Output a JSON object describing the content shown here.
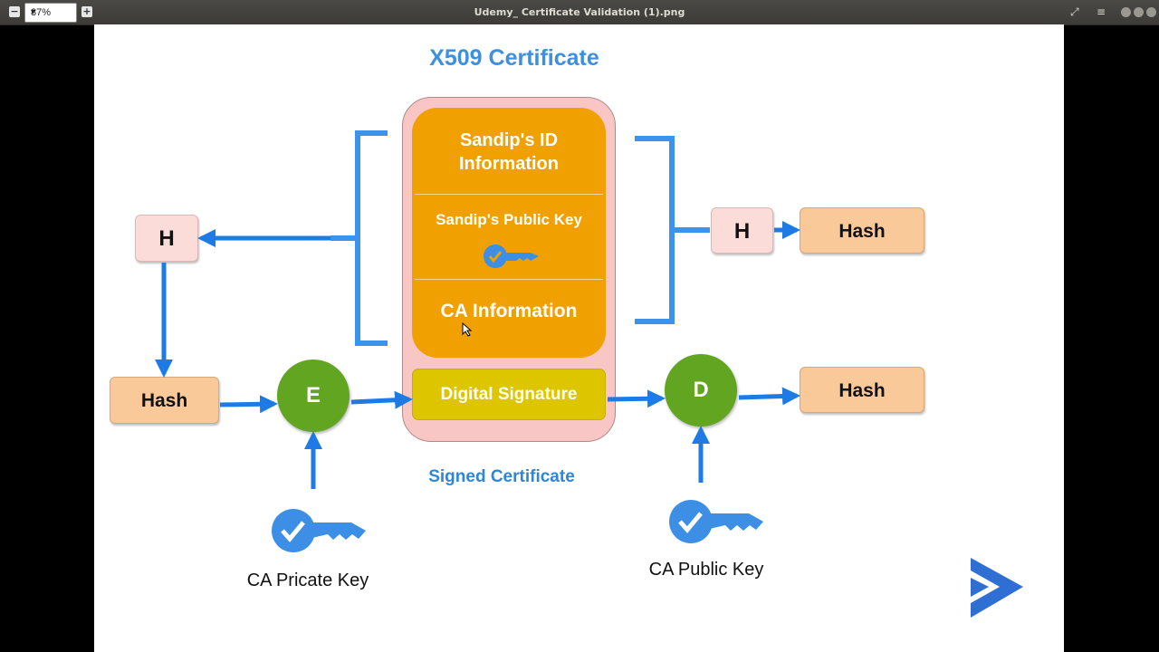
{
  "window": {
    "title": "Udemy_ Certificate Validation (1).png",
    "zoom": "87%",
    "zoom_out_symbol": "−",
    "zoom_in_symbol": "+",
    "fullscreen_icon": "expand-icon",
    "menu_icon": "hamburger-menu-icon"
  },
  "slide": {
    "heading": "X509 Certificate",
    "certificate": {
      "id_info": [
        "Sandip's ID",
        "Information"
      ],
      "public_key": "Sandip's Public Key",
      "ca_info": "CA Information",
      "digital_signature": "Digital Signature"
    },
    "signed_label": "Signed Certificate",
    "left_hash_fn": "H",
    "left_hash": "Hash",
    "encrypt": "E",
    "private_key_label": "CA Pricate Key",
    "right_hash_fn": "H",
    "right_hash_top": "Hash",
    "decrypt": "D",
    "right_hash_bottom": "Hash",
    "public_key_label": "CA Public Key",
    "brand_logo": "udemy-style-play-logo"
  },
  "colors": {
    "arrow_blue": "#1e7be6",
    "heading_blue": "#3d8fe0",
    "key_blue": "#3d8fe6",
    "cert_pink": "#f8c7c5",
    "cert_orange": "#f0a000",
    "signature_yellow": "#ddc600",
    "circle_green": "#62a521",
    "hash_peach": "#f9c99a",
    "h_pink": "#fbdcd9"
  }
}
